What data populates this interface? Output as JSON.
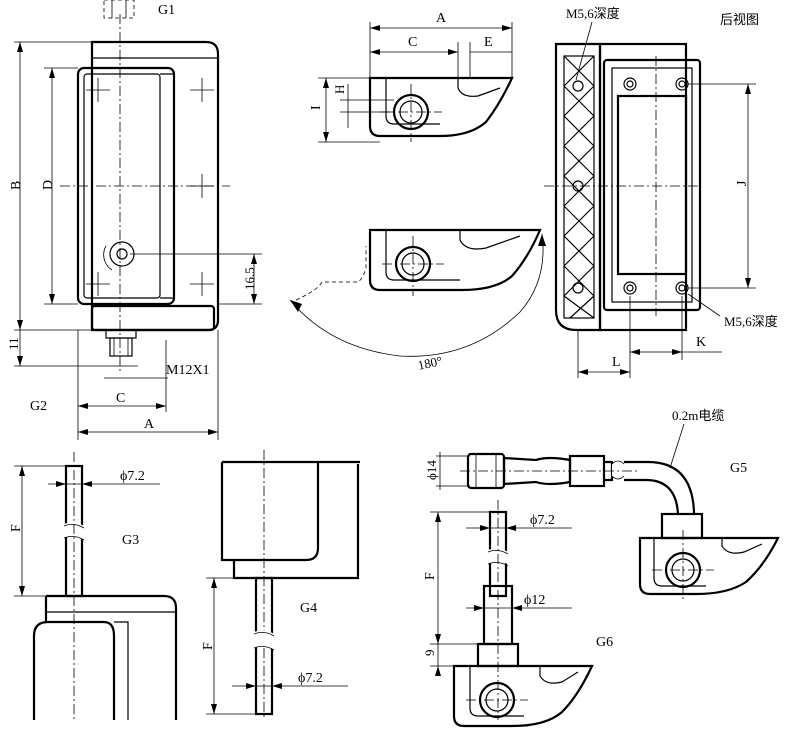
{
  "front_view": {
    "label_g1": "G1",
    "label_g2": "G2",
    "dim_b": "B",
    "dim_d": "D",
    "dim_16_5": "16.5",
    "dim_11": "11",
    "thread": "M12X1",
    "dim_c": "C",
    "dim_a": "A"
  },
  "side_view": {
    "dim_a": "A",
    "dim_c": "C",
    "dim_e": "E",
    "dim_i": "I",
    "dim_h": "H",
    "angle": "180°"
  },
  "rear_view": {
    "title": "后视图",
    "hole_top": "M5,6深度",
    "hole_bottom": "M5,6深度",
    "dim_j": "J",
    "dim_l": "L",
    "dim_k": "K"
  },
  "g3": {
    "label": "G3",
    "dim_f": "F",
    "diameter": "ϕ7.2"
  },
  "g4": {
    "label": "G4",
    "dim_f": "F",
    "diameter": "ϕ7.2"
  },
  "g5": {
    "label": "G5",
    "cable": "0.2m电缆",
    "diameter": "ϕ14"
  },
  "g6": {
    "label": "G6",
    "dim_f": "F",
    "diameter_top": "ϕ7.2",
    "diameter_mid": "ϕ12",
    "dim_9": "9"
  }
}
